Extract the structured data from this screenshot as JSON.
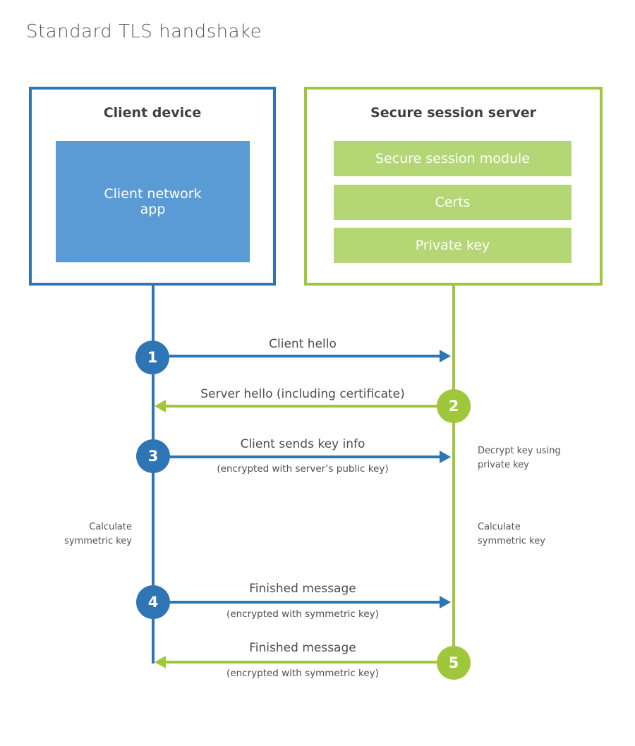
{
  "title": "Standard TLS handshake",
  "client_box": {
    "title": "Client device",
    "app_label": "Client network app"
  },
  "server_box": {
    "title": "Secure session server",
    "modules": [
      {
        "label": "Secure session module"
      },
      {
        "label": "Certs"
      },
      {
        "label": "Private key"
      }
    ]
  },
  "steps": [
    {
      "num": "1",
      "label": "Client hello",
      "sub": "",
      "direction": "client-to-server"
    },
    {
      "num": "2",
      "label": "Server hello (including certificate)",
      "sub": "",
      "direction": "server-to-client"
    },
    {
      "num": "3",
      "label": "Client sends key info",
      "sub": "(encrypted with server’s public key)",
      "direction": "client-to-server"
    },
    {
      "num": "4",
      "label": "Finished message",
      "sub": "(encrypted with symmetric key)",
      "direction": "client-to-server"
    },
    {
      "num": "5",
      "label": "Finished message",
      "sub": "(encrypted with symmetric key)",
      "direction": "server-to-client"
    }
  ],
  "side_notes": {
    "decrypt": "Decrypt key using\nprivate key",
    "calc_left": "Calculate\nsymmetric key",
    "calc_right": "Calculate\nsymmetric key"
  },
  "colors": {
    "blue": "#2e75b6",
    "blue_light": "#5b9bd5",
    "green": "#9ec73c",
    "green_light": "#b4d675",
    "text_dark": "#3f3f3f",
    "text_gray": "#4d4d4d",
    "title_gray": "#595959"
  }
}
